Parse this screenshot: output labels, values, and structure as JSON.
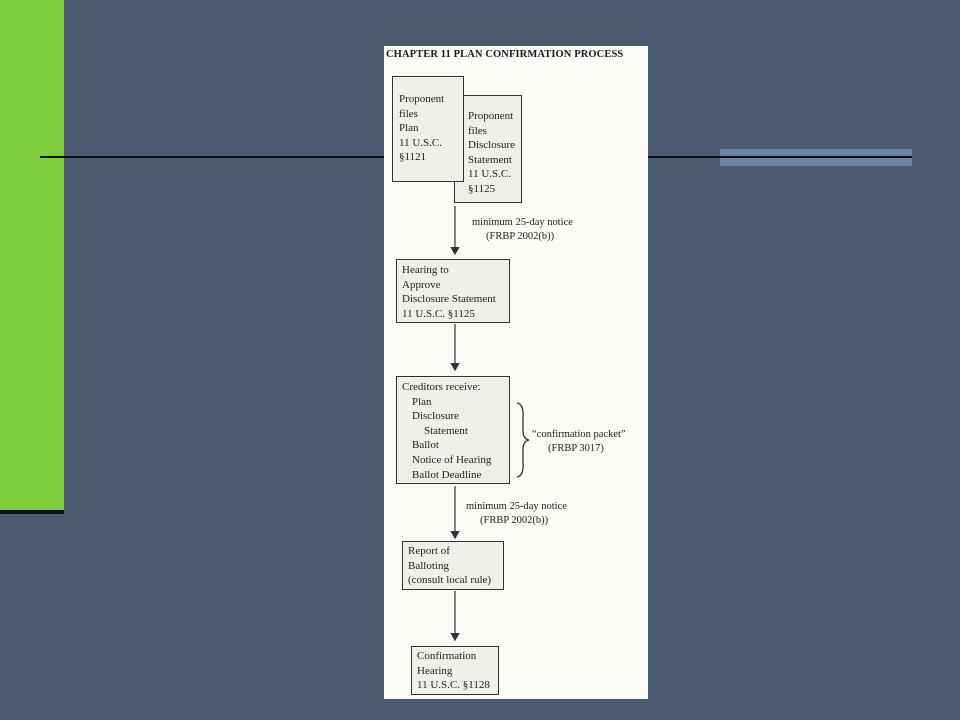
{
  "slide": {
    "accent_color": "#7fce3d",
    "background_color": "#4b5a70"
  },
  "doc": {
    "title": "CHAPTER 11  PLAN CONFIRMATION PROCESS",
    "box1": [
      "Proponent",
      "files",
      "Plan",
      "11 U.S.C.",
      "§1121"
    ],
    "box2": [
      "Proponent",
      "files",
      "Disclosure",
      "Statement",
      "11 U.S.C.",
      "§1125"
    ],
    "note1": [
      "minimum 25-day notice",
      "(FRBP 2002(b))"
    ],
    "box3": [
      "Hearing to",
      "Approve",
      "Disclosure Statement",
      "11 U.S.C. §1125"
    ],
    "box4": {
      "heading": "Creditors receive:",
      "items": [
        "Plan",
        "Disclosure",
        "Statement",
        "Ballot",
        "Notice of Hearing",
        "Ballot Deadline"
      ]
    },
    "packet_note": [
      "“confirmation packet”",
      "(FRBP 3017)"
    ],
    "note2": [
      "minimum 25-day notice",
      "(FRBP 2002(b))"
    ],
    "box5": [
      "Report of",
      "Balloting",
      "(consult local rule)"
    ],
    "box6": [
      "Confirmation",
      "Hearing",
      "11 U.S.C. §1128"
    ]
  }
}
